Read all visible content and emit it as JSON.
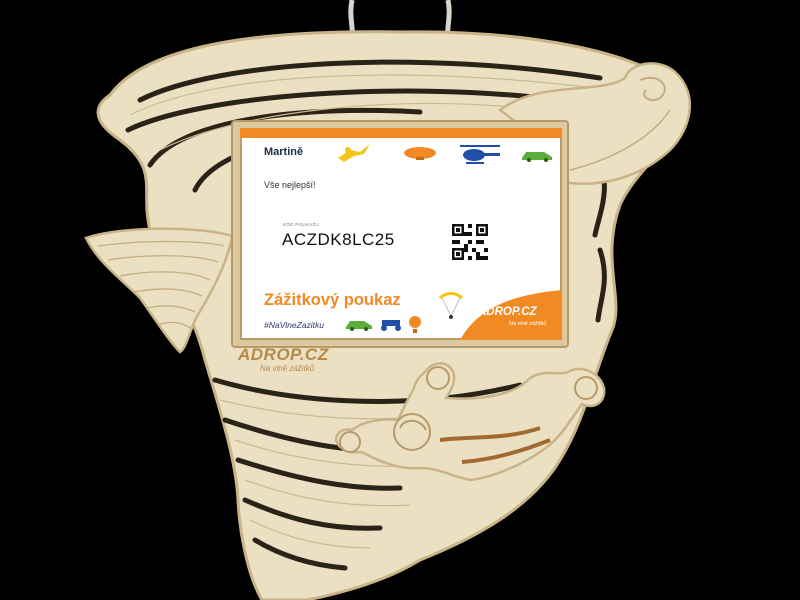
{
  "voucher": {
    "recipient": "Martině",
    "greeting": "Vše nejlepší!",
    "code_label": "KÓD POUKAZU",
    "code": "ACZDK8LC25",
    "title": "Zážitkový poukaz",
    "hashtag": "#NaVlneZazitku",
    "brand": "ADROP.CZ",
    "tagline": "Na vlně zážitků"
  },
  "engraving": {
    "brand": "ADROP.CZ",
    "tagline": "Na vlně zážitků"
  },
  "colors": {
    "background": "#000000",
    "wood": "#ece0c3",
    "wood_edge": "#c9b488",
    "accent_orange": "#f28a24",
    "brand_navy": "#1e2a4a"
  },
  "icons": [
    "skydiver-icon",
    "airship-icon",
    "helicopter-icon",
    "car-icon",
    "atv-icon",
    "balloon-icon",
    "paraglider-icon",
    "qr-code-icon"
  ]
}
